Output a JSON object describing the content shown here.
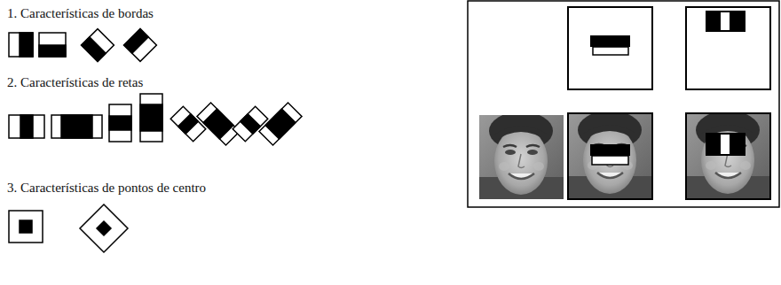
{
  "diagram": {
    "labels": [
      "1. Características de bordas",
      "2. Características de retas",
      "3. Características de pontos de centro"
    ]
  }
}
